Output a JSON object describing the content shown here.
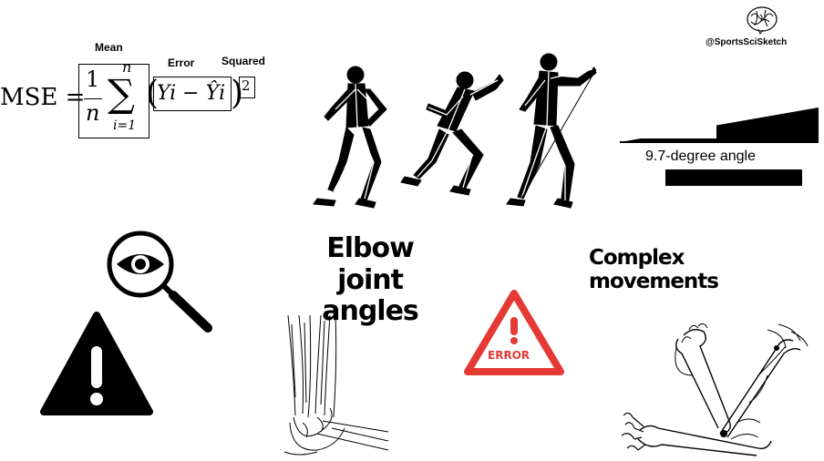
{
  "mse": {
    "label_mean": "Mean",
    "label_error": "Error",
    "label_squared": "Squared",
    "lhs": "MSE =",
    "frac_num": "1",
    "frac_den": "n",
    "sum_top": "n",
    "sum_bottom": "i=1",
    "term": "Yi − Ŷi",
    "exponent": "2"
  },
  "handle": "@SportsSciSketch",
  "angle_caption": "9.7-degree angle",
  "elbow_title_line1": "Elbow joint",
  "elbow_title_line2": "angles",
  "complex_title": "Complex movements",
  "error_badge": "ERROR",
  "icons": [
    "brain-logo-icon",
    "runner-sketch-icon",
    "magnifier-eye-icon",
    "warning-triangle-icon",
    "error-triangle-icon",
    "elbow-anatomy-icon",
    "arm-skeleton-icon"
  ],
  "colors": {
    "error_red": "#e53935",
    "ink": "#000000",
    "background": "#ffffff"
  }
}
